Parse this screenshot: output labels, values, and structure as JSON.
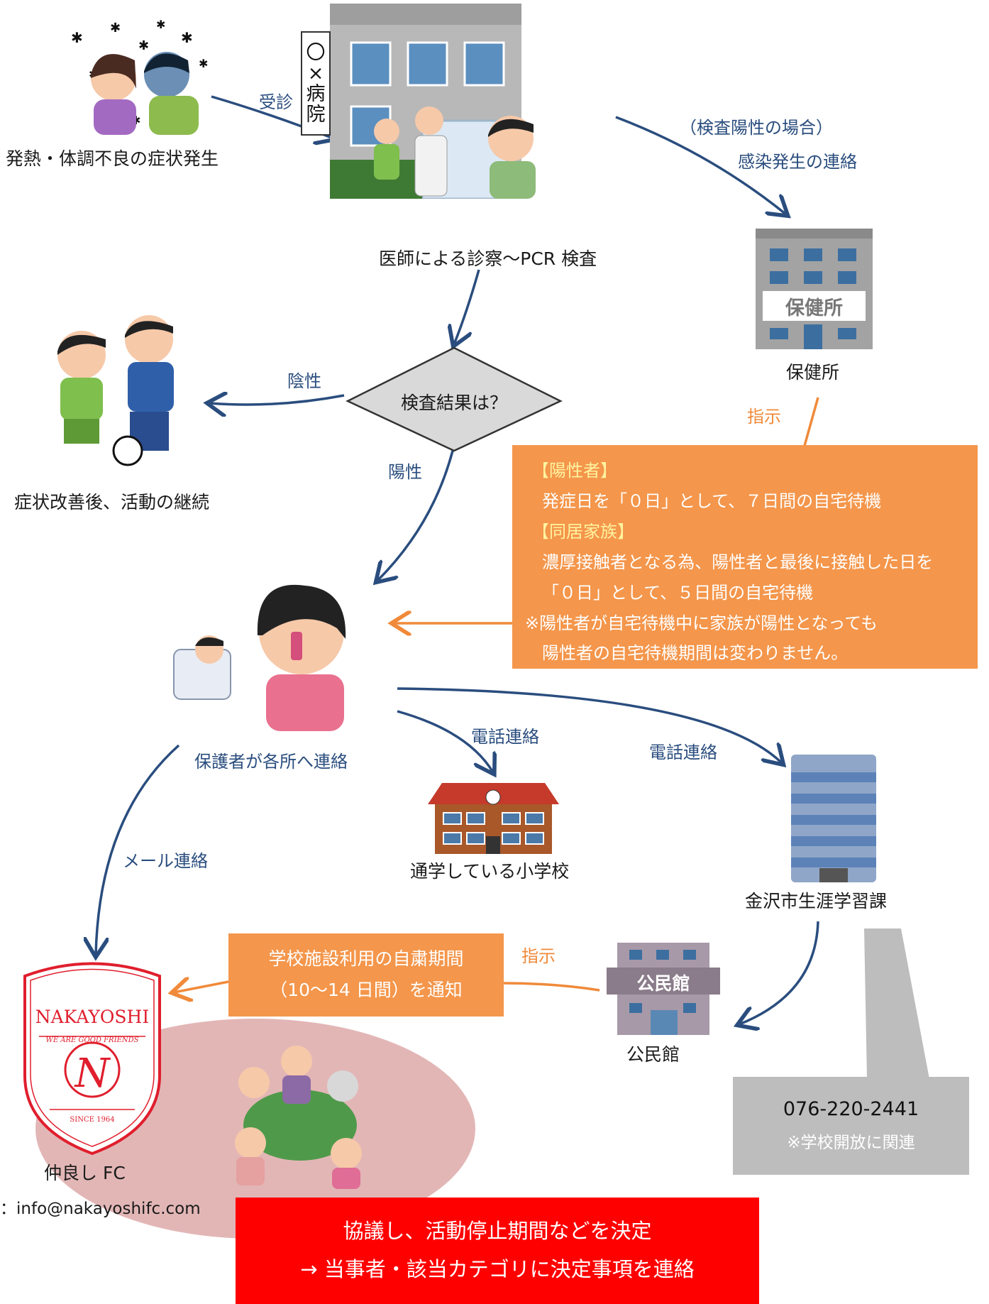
{
  "labels": {
    "symptom": "発熱・体調不良の症状発生",
    "visit": "受診",
    "hospital_sign": "〇×病院",
    "exam": "医師による診察〜PCR 検査",
    "positive_case": "（検査陽性の場合）",
    "infection_report": "感染発生の連絡",
    "health_center": "保健所",
    "health_center_sign": "保健所",
    "negative": "陰性",
    "result_question": "検査結果は？",
    "positive": "陽性",
    "continue": "症状改善後、活動の継続",
    "instruction1": "指示",
    "guardian": "保護者が各所へ連絡",
    "phone1": "電話連絡",
    "phone2": "電話連絡",
    "school": "通学している小学校",
    "lifelong": "金沢市生涯学習課",
    "mail": "メール連絡",
    "instruction2": "指示",
    "community_center": "公民館",
    "community_center_sign": "公民館",
    "club": "仲良し FC",
    "email": "：info@nakayoshifc.com"
  },
  "orange_box": {
    "h1": "【陽性者】",
    "l1": "発症日を「０日」として、７日間の自宅待機",
    "h2": "【同居家族】",
    "l2": "濃厚接触者となる為、陽性者と最後に接触した日を",
    "l3": "「０日」として、５日間の自宅待機",
    "l4": "※陽性者が自宅待機中に家族が陽性となっても",
    "l5": "陽性者の自宅待機期間は変わりません。"
  },
  "notice_box": {
    "l1": "学校施設利用の自粛期間",
    "l2": "（10〜14 日間）を通知"
  },
  "phone_box": {
    "number": "076-220-2441",
    "note": "※学校開放に関連"
  },
  "red_box": {
    "l1": "協議し、活動停止期間などを決定",
    "l2": "→ 当事者・該当カテゴリに決定事項を連絡"
  },
  "emblem": {
    "name": "NAKAYOSHI",
    "motto": "WE ARE GOOD FRIENDS",
    "letter": "N",
    "since": "SINCE 1964"
  },
  "colors": {
    "arrow_blue": "#2a4d7e",
    "arrow_orange": "#f08a3a",
    "orange_box": "#f4964b",
    "red_box": "#ff0000",
    "gray_box": "#bdbdbd"
  }
}
